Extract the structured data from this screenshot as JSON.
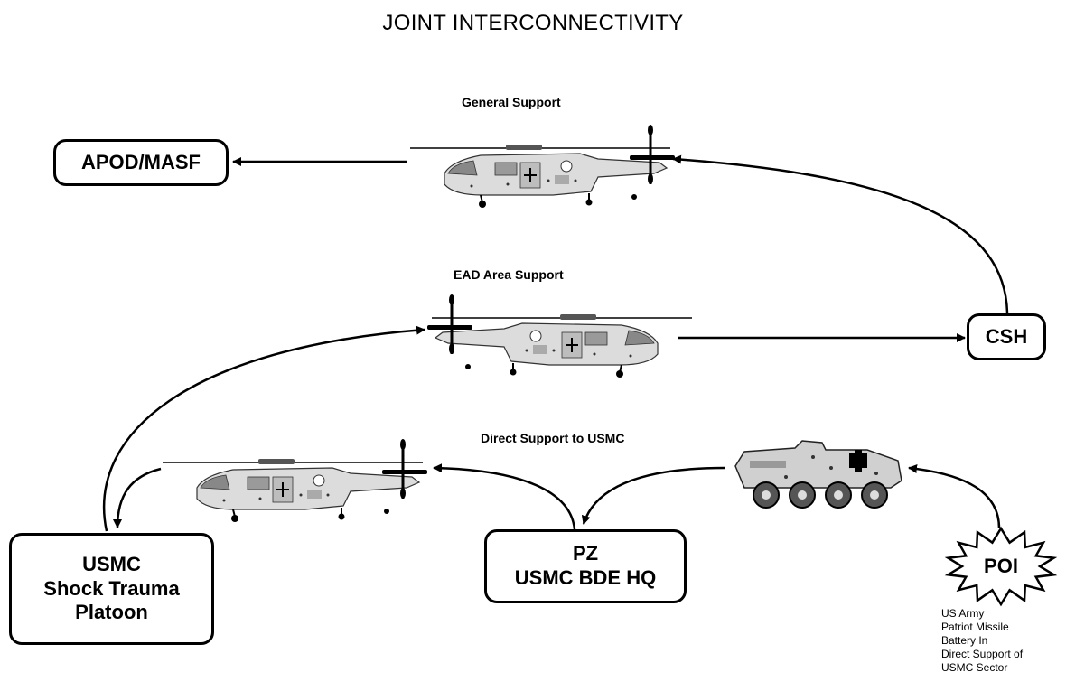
{
  "title": "JOINT INTERCONNECTIVITY",
  "labels": {
    "general_support": "General Support",
    "ead_area_support": "EAD Area Support",
    "direct_support": "Direct Support to USMC"
  },
  "nodes": {
    "apod": "APOD/MASF",
    "csh": "CSH",
    "usmc_lines": [
      "USMC",
      "Shock Trauma",
      "Platoon"
    ],
    "pz_lines": [
      "PZ",
      "USMC BDE HQ"
    ],
    "poi": "POI"
  },
  "note_lines": [
    "US Army",
    "Patriot Missile",
    "Battery In",
    "Direct Support of",
    "USMC Sector"
  ],
  "icons": {
    "helicopter": "helicopter-icon",
    "armored_vehicle": "armored-vehicle-icon",
    "poi_burst": "starburst-icon"
  }
}
